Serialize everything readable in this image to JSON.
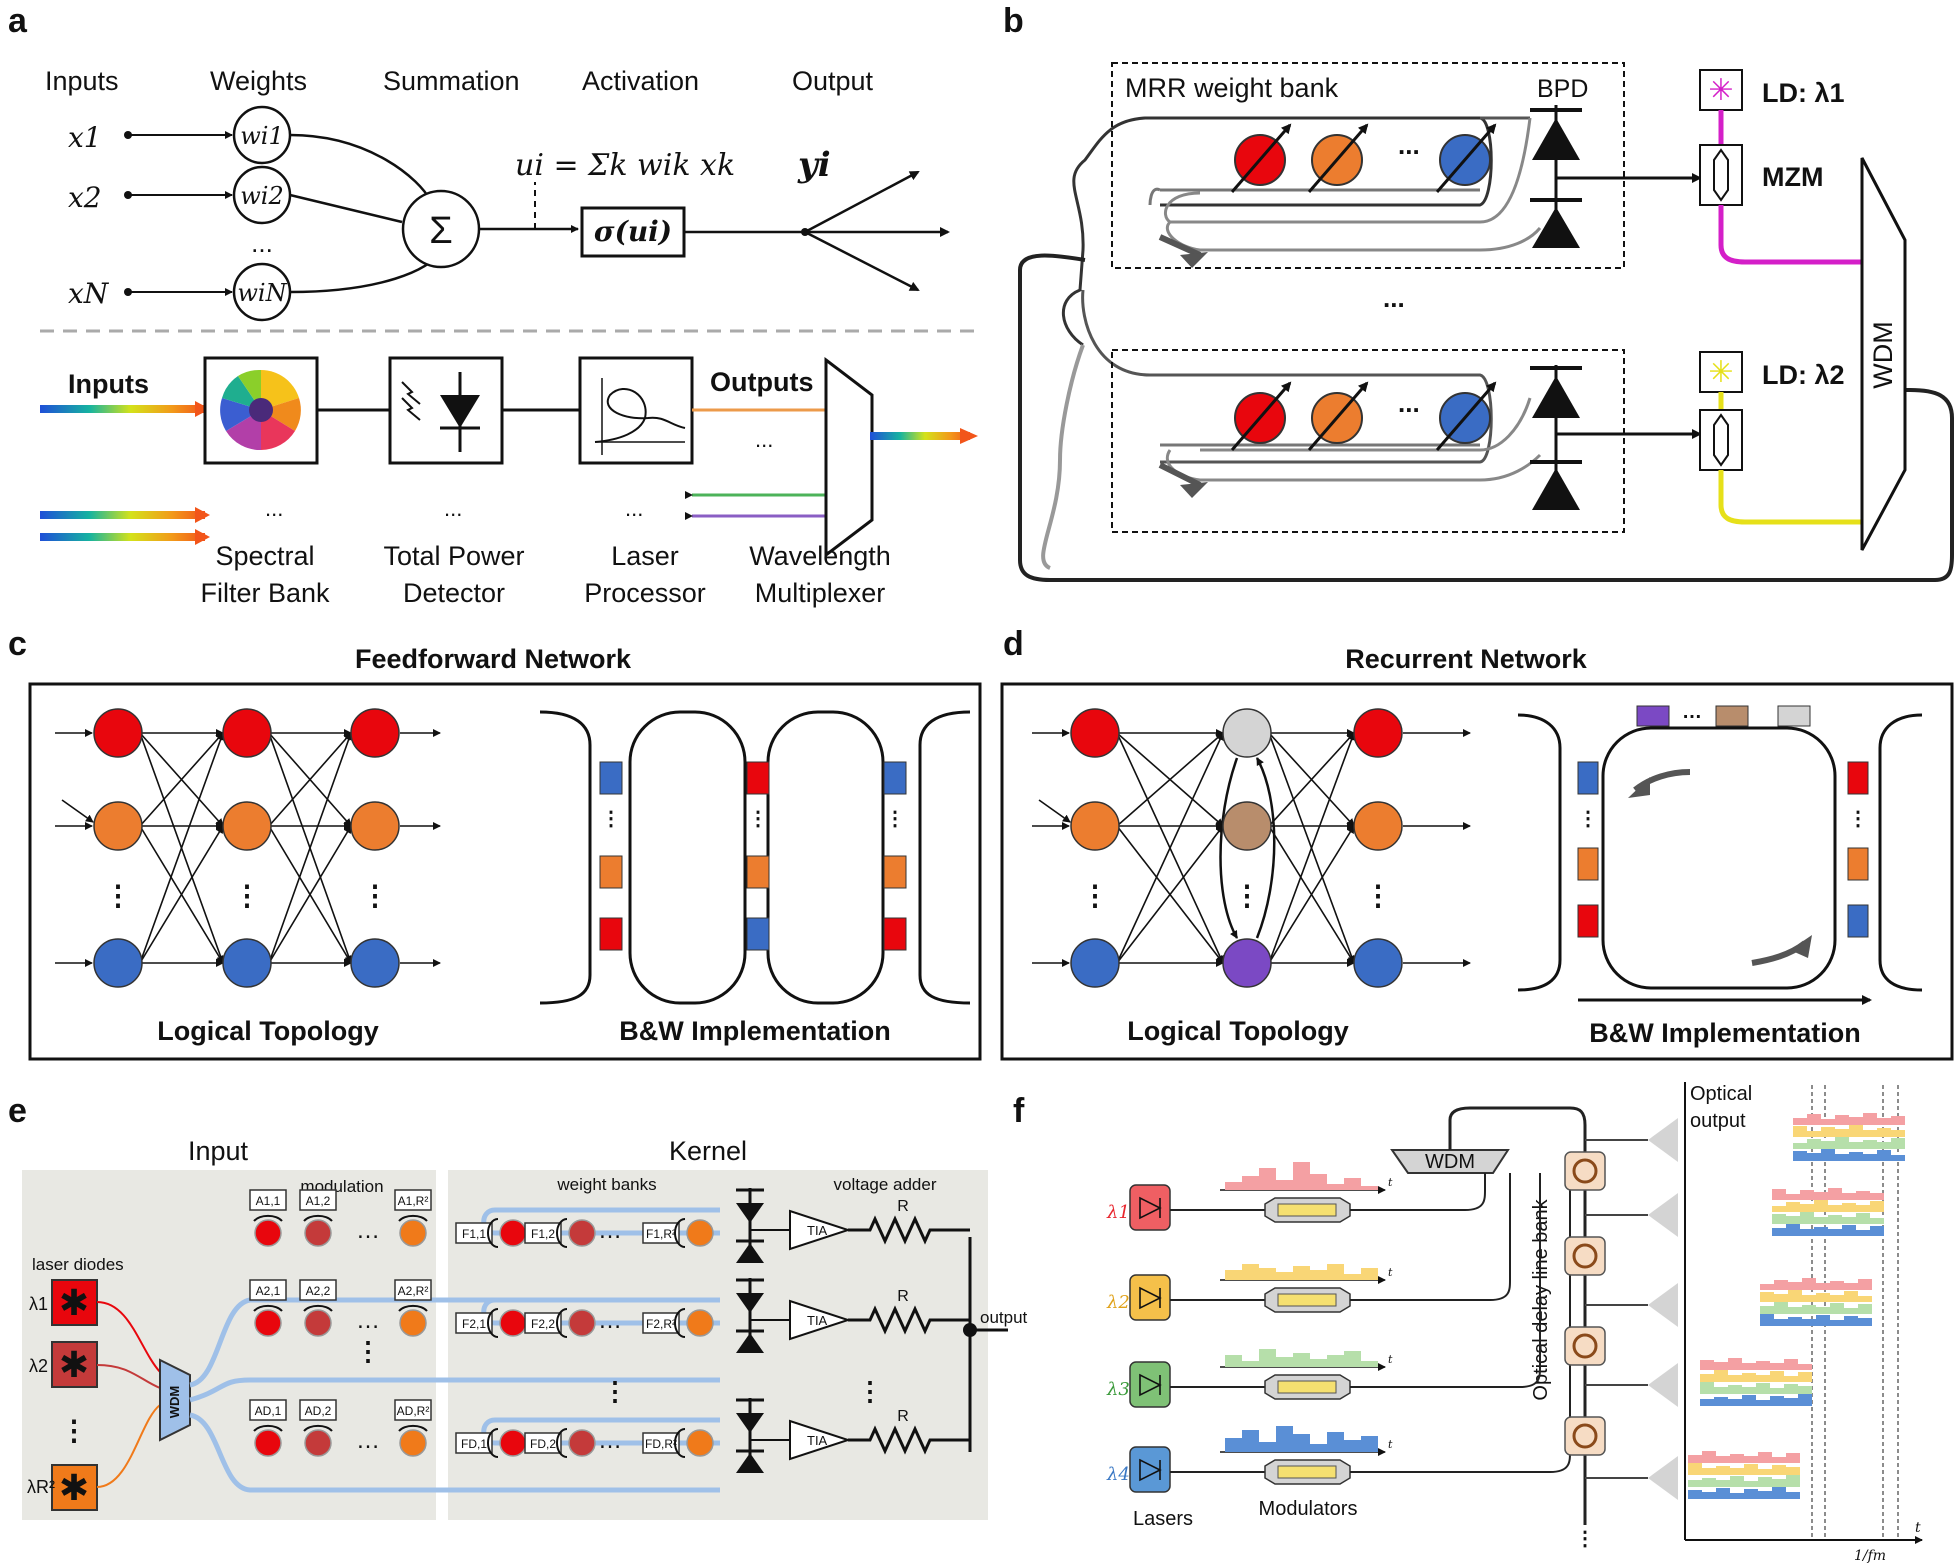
{
  "panels": {
    "a": {
      "letter": "a",
      "headers": {
        "inputs": "Inputs",
        "weights": "Weights",
        "summation": "Summation",
        "activation": "Activation",
        "output": "Output"
      },
      "input_vars": [
        "x1",
        "x2",
        "xN"
      ],
      "weights": [
        "wi1",
        "wi2",
        "wiN"
      ],
      "ellipsis": "...",
      "sum_symbol": "Σ",
      "equation": "ui = Σk wik xk",
      "activation_box": "σ(ui)",
      "output_var": "yi",
      "bottom": {
        "inputs_label": "Inputs",
        "outputs_label": "Outputs",
        "components": [
          {
            "line1": "Spectral",
            "line2": "Filter Bank"
          },
          {
            "line1": "Total Power",
            "line2": "Detector"
          },
          {
            "line1": "Laser",
            "line2": "Processor"
          },
          {
            "line1": "Wavelength",
            "line2": "Multiplexer"
          }
        ]
      }
    },
    "b": {
      "letter": "b",
      "mrr_label": "MRR weight bank",
      "bpd_label": "BPD",
      "ld1_label": "LD: λ1",
      "ld2_label": "LD: λ2",
      "mzm_label": "MZM",
      "wdm_label": "WDM",
      "ellipsis": "..."
    },
    "c": {
      "letter": "c",
      "title": "Feedforward Network",
      "logical": "Logical Topology",
      "implementation": "B&W Implementation"
    },
    "d": {
      "letter": "d",
      "title": "Recurrent Network",
      "logical": "Logical Topology",
      "implementation": "B&W Implementation"
    },
    "e": {
      "letter": "e",
      "input_title": "Input",
      "kernel_title": "Kernel",
      "modulation": "modulation",
      "weight_banks": "weight banks",
      "voltage_adder": "voltage adder",
      "laser_diodes": "laser diodes",
      "lambdas": [
        "λ1",
        "λ2",
        "λR²"
      ],
      "wdm": "WDM",
      "tia": "TIA",
      "resistor": "R",
      "output": "output",
      "mod_rows": [
        [
          "A1,1",
          "A1,2",
          "A1,R²"
        ],
        [
          "A2,1",
          "A2,2",
          "A2,R²"
        ],
        [
          "AD,1",
          "AD,2",
          "AD,R²"
        ]
      ],
      "filter_rows": [
        [
          "F1,1",
          "F1,2",
          "F1,R²"
        ],
        [
          "F2,1",
          "F2,2",
          "F2,R²"
        ],
        [
          "FD,1",
          "FD,2",
          "FD,R²"
        ]
      ]
    },
    "f": {
      "letter": "f",
      "wdm": "WDM",
      "lasers_label": "Lasers",
      "modulators_label": "Modulators",
      "delay_bank": "Optical delay line bank",
      "optical_output_1": "Optical",
      "optical_output_2": "output",
      "lambdas": [
        "λ1",
        "λ2",
        "λ3",
        "λ4"
      ],
      "time_axis": "t",
      "period_label": "1/fm"
    }
  },
  "colors": {
    "red": "#e8060d",
    "orange": "#ec7d2f",
    "blue": "#3a6cc4",
    "purple": "#7b49c4",
    "tan": "#b88d6c",
    "grey": "#d4d4d4",
    "magenta": "#d41fc8",
    "yellow": "#f2ea20",
    "panel_e_bg": "#e8e8e3",
    "wg_blue": "#9fc0e8"
  }
}
